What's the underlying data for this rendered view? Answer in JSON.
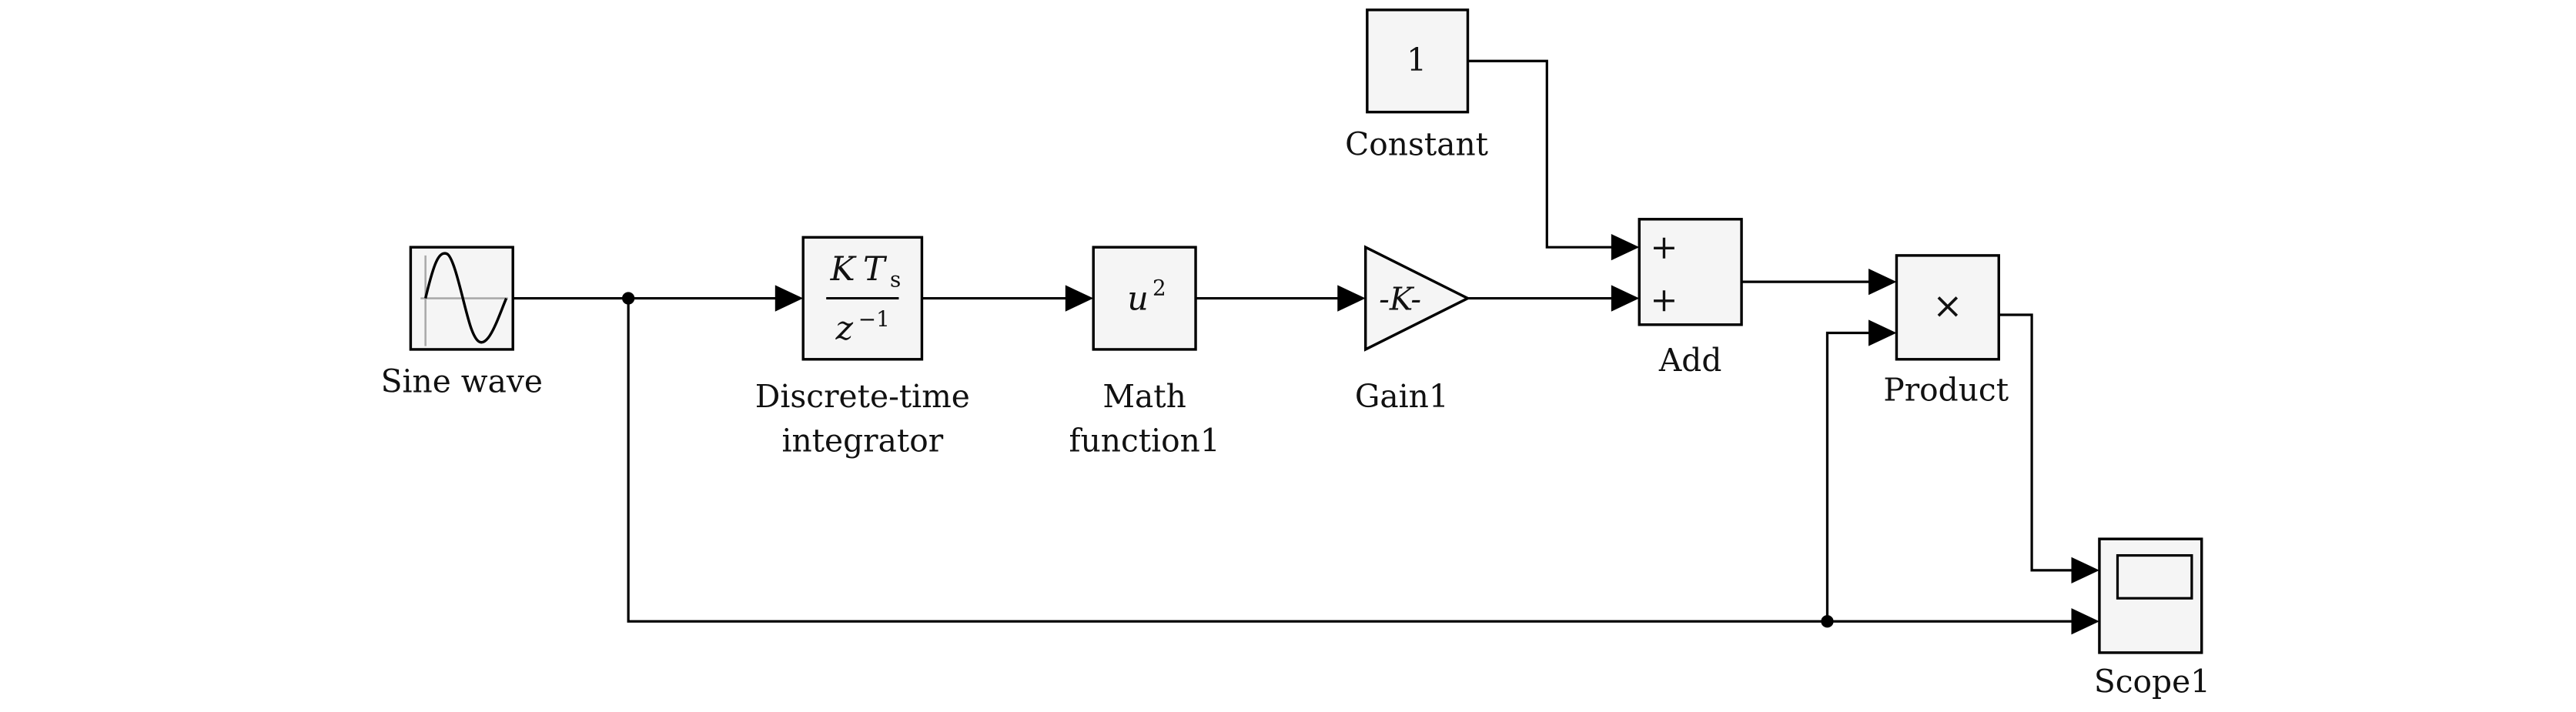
{
  "diagram": {
    "title": "",
    "blocks": {
      "sine": {
        "label": "Sine wave",
        "icon": "sine-wave-icon"
      },
      "integrator": {
        "label_line1": "Discrete-time",
        "label_line2": "integrator",
        "num_k": "K",
        "num_t": "T",
        "num_sub": "s",
        "den_z": "z",
        "den_exp": "−1"
      },
      "math": {
        "label_line1": "Math",
        "label_line2": "function1",
        "var": "u",
        "exp": "2"
      },
      "gain": {
        "label": "Gain1",
        "symbol": "-K-"
      },
      "constant": {
        "label": "Constant",
        "value": "1"
      },
      "add": {
        "label": "Add",
        "sign1": "+",
        "sign2": "+"
      },
      "product": {
        "label": "Product",
        "symbol": "×"
      },
      "scope": {
        "label": "Scope1",
        "icon": "scope-screen-icon"
      }
    },
    "connections": [
      {
        "from": "Sine wave",
        "to": "Discrete-time integrator"
      },
      {
        "from": "Sine wave",
        "to": "Scope1 (input 2)"
      },
      {
        "from": "Sine wave",
        "to": "Product (input 2)"
      },
      {
        "from": "Discrete-time integrator",
        "to": "Math function1"
      },
      {
        "from": "Math function1",
        "to": "Gain1"
      },
      {
        "from": "Gain1",
        "to": "Add (input 2)"
      },
      {
        "from": "Constant",
        "to": "Add (input 1)"
      },
      {
        "from": "Add",
        "to": "Product (input 1)"
      },
      {
        "from": "Product",
        "to": "Scope1 (input 1)"
      }
    ]
  }
}
